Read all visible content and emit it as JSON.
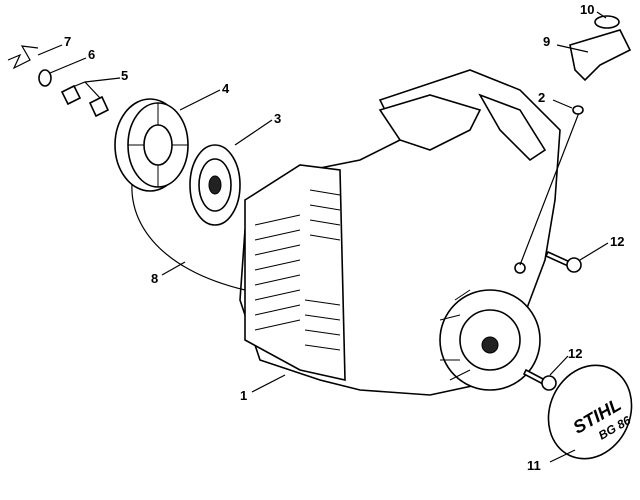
{
  "diagram": {
    "callouts": {
      "c1": "1",
      "c2": "2",
      "c3": "3",
      "c4": "4",
      "c5": "5",
      "c6": "6",
      "c7": "7",
      "c8": "8",
      "c9": "9",
      "c10": "10",
      "c11": "11",
      "c12a": "12",
      "c12b": "12"
    },
    "badge": {
      "brand": "STIHL",
      "model": "BG 86"
    }
  }
}
